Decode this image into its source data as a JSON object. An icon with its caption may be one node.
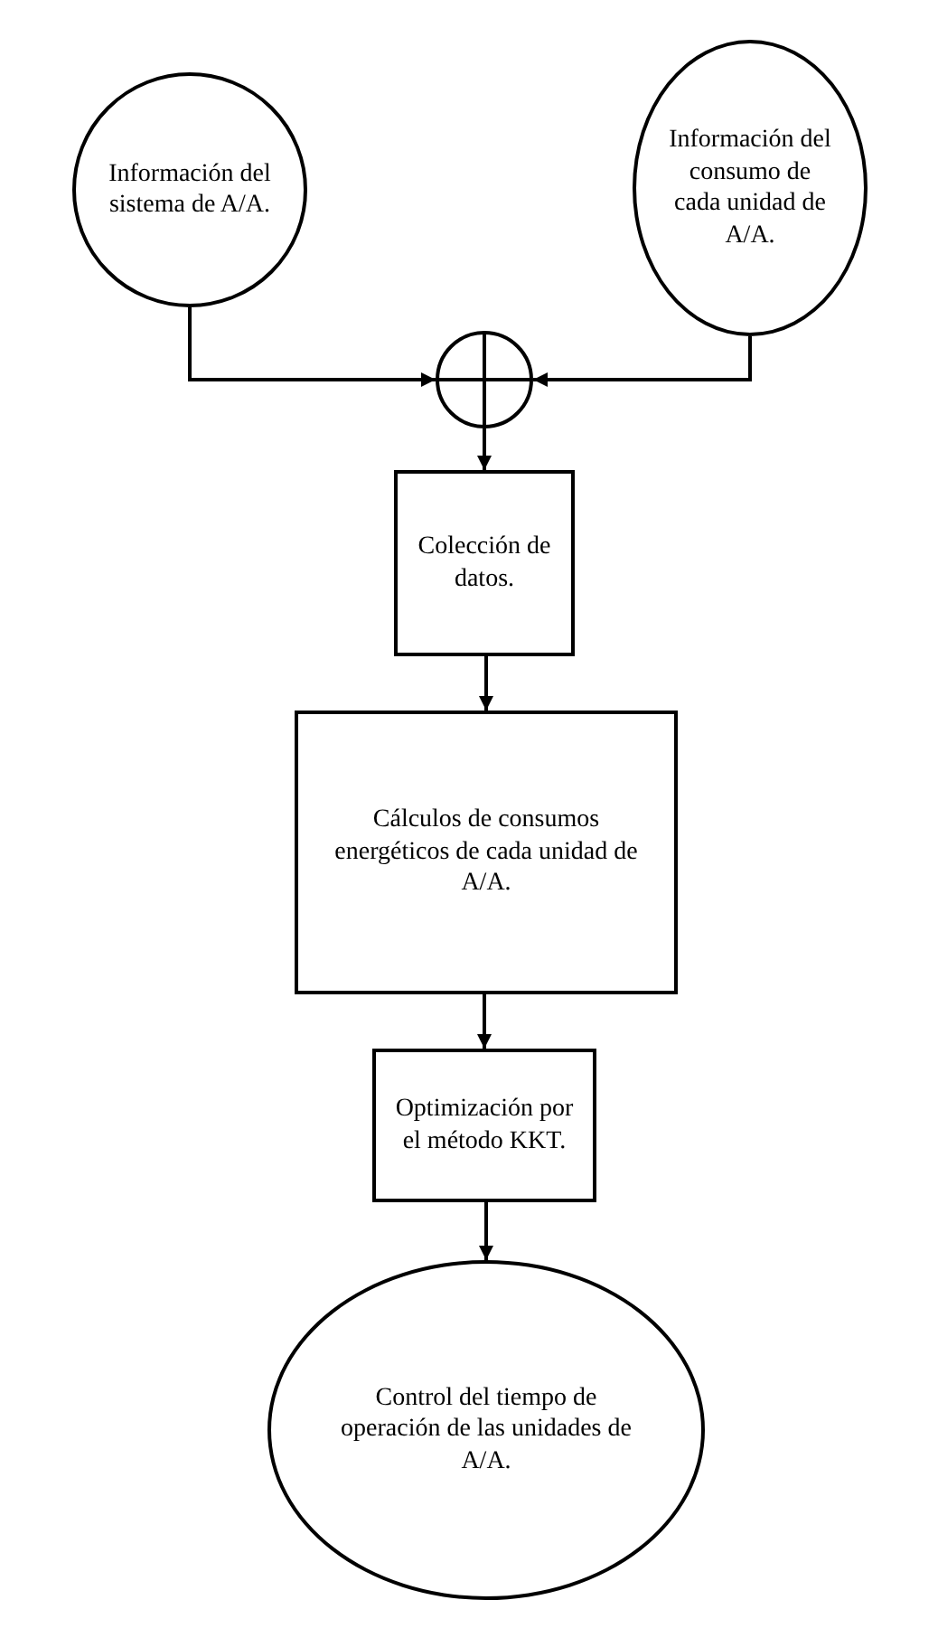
{
  "diagram": {
    "nodes": [
      {
        "text": [
          "Información del sistema de A/A."
        ]
      },
      {
        "text": [
          "Información del consumo de cada unidad de A/A."
        ]
      },
      {
        "text": [],
        "shape": "circle"
      },
      {
        "text": [
          "Colección de datos."
        ]
      },
      {
        "text": [
          "Cálculos de consumos energéticos de cada unidad de A/A."
        ]
      },
      {
        "text": [
          "Optimización por el método KKT."
        ]
      },
      {
        "text": [
          "Control del tiempo de operación de las unidades de A/A."
        ]
      }
    ],
    "edges": [
      {
        "from": 0,
        "to": 2,
        "arrow": "to"
      },
      {
        "from": 1,
        "to": 2,
        "arrow": "to"
      },
      {
        "from": 2,
        "to": 3,
        "arrow": "to"
      },
      {
        "from": 3,
        "to": 4,
        "arrow": "to"
      },
      {
        "from": 4,
        "to": 5,
        "arrow": "to"
      },
      {
        "from": 5,
        "to": 6,
        "arrow": "to"
      }
    ]
  }
}
